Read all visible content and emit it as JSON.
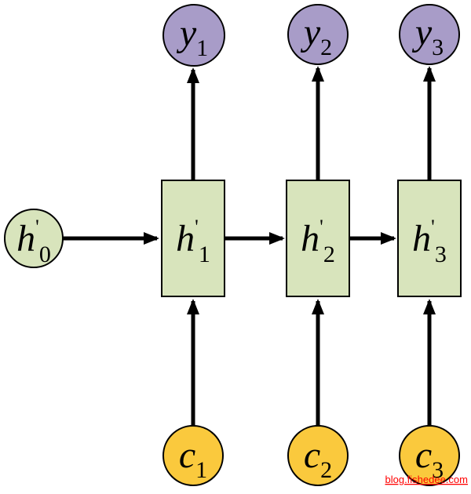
{
  "diagram": {
    "initial_hidden_node": {
      "base": "h",
      "prime": "'",
      "sub": "0"
    },
    "hidden_nodes": [
      {
        "base": "h",
        "prime": "'",
        "sub": "1"
      },
      {
        "base": "h",
        "prime": "'",
        "sub": "2"
      },
      {
        "base": "h",
        "prime": "'",
        "sub": "3"
      }
    ],
    "output_nodes": [
      {
        "base": "y",
        "sub": "1"
      },
      {
        "base": "y",
        "sub": "2"
      },
      {
        "base": "y",
        "sub": "3"
      }
    ],
    "context_nodes": [
      {
        "base": "c",
        "sub": "1"
      },
      {
        "base": "c",
        "sub": "2"
      },
      {
        "base": "c",
        "sub": "3"
      }
    ]
  },
  "colors": {
    "output_node_fill": "#a89cc8",
    "hidden_node_fill": "#d8e4bc",
    "context_node_fill": "#fac93d",
    "stroke": "#000000",
    "watermark_color": "#ff0000"
  },
  "watermark": "blog.fishedee.com"
}
